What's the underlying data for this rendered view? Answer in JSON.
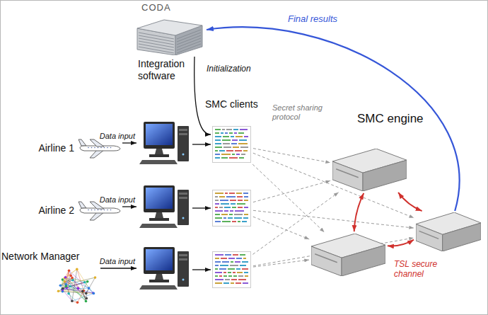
{
  "diagram": {
    "nodes": [
      {
        "text": [
          "CODA"
        ]
      },
      {
        "text": [
          "Airline 1"
        ]
      },
      {
        "text": [
          "Airline 2"
        ]
      },
      {
        "text": [
          "Network Manager"
        ]
      },
      {
        "text": [
          "Integration software"
        ]
      },
      {
        "text": []
      },
      {
        "text": []
      },
      {
        "text": [
          "SMC clients"
        ]
      },
      {
        "text": []
      },
      {
        "text": []
      },
      {
        "text": [
          "SMC engine"
        ]
      },
      {
        "text": []
      },
      {
        "text": []
      }
    ],
    "edges": [
      {
        "from": 1,
        "to": 4,
        "arrow": "to",
        "label": "Data input"
      },
      {
        "from": 2,
        "to": 5,
        "arrow": "to",
        "label": "Data input"
      },
      {
        "from": 3,
        "to": 6,
        "arrow": "to",
        "label": "Data input"
      },
      {
        "from": 4,
        "to": 7,
        "arrow": "to"
      },
      {
        "from": 5,
        "to": 8,
        "arrow": "to"
      },
      {
        "from": 6,
        "to": 9,
        "arrow": "to"
      },
      {
        "from": 0,
        "to": 7,
        "arrow": "to",
        "label": "Initialization"
      },
      {
        "from": 7,
        "to": 10,
        "arrow": "to"
      },
      {
        "from": 7,
        "to": 11,
        "arrow": "to"
      },
      {
        "from": 7,
        "to": 12,
        "arrow": "to"
      },
      {
        "from": 8,
        "to": 10,
        "arrow": "to"
      },
      {
        "from": 8,
        "to": 11,
        "arrow": "to"
      },
      {
        "from": 8,
        "to": 12,
        "arrow": "to"
      },
      {
        "from": 9,
        "to": 10,
        "arrow": "to"
      },
      {
        "from": 9,
        "to": 11,
        "arrow": "to"
      },
      {
        "from": 9,
        "to": 12,
        "arrow": "to"
      },
      {
        "from": 10,
        "to": 11,
        "arrow": "both"
      },
      {
        "from": 10,
        "to": 12,
        "arrow": "both"
      },
      {
        "from": 11,
        "to": 12,
        "arrow": "both",
        "label": "TSL secure channel"
      },
      {
        "from": 12,
        "to": 0,
        "arrow": "to",
        "label": "Final results"
      }
    ],
    "labels": [
      "Secret sharing protocol"
    ]
  }
}
